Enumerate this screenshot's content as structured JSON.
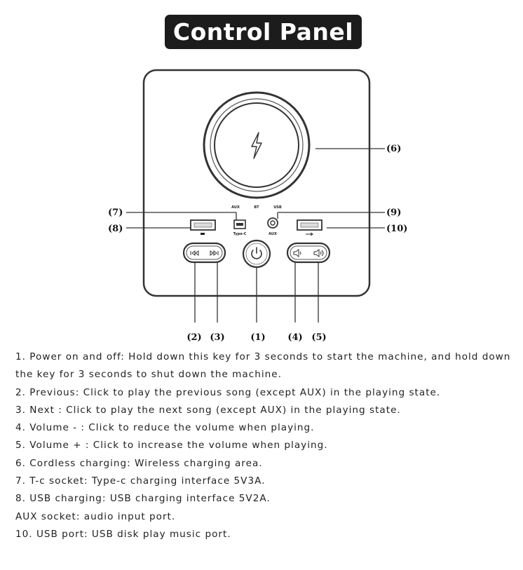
{
  "title": "Control Panel",
  "diagram": {
    "panel_labels": {
      "aux": "AUX",
      "bt": "BT",
      "usb": "USB",
      "type_c": "Type-C",
      "aux_jack": "AUX"
    },
    "callouts": {
      "c1": "(1)",
      "c2": "(2)",
      "c3": "(3)",
      "c4": "(4)",
      "c5": "(5)",
      "c6": "(6)",
      "c7": "(7)",
      "c8": "(8)",
      "c9": "(9)",
      "c10": "(10)"
    }
  },
  "descriptions": [
    "1. Power on and off: Hold down this key for 3 seconds to start the machine, and hold down the key for 3 seconds to shut down the machine.",
    "2. Previous: Click to play the previous song (except AUX) in the playing state.",
    "3. Next : Click to play the next song (except AUX) in the playing state.",
    "4. Volume - : Click to reduce the volume when playing.",
    "5. Volume + : Click to increase the volume when playing.",
    "6. Cordless charging: Wireless charging area.",
    "7. T-c socket: Type-c charging interface 5V3A.",
    "8. USB charging: USB charging interface 5V2A.",
    "AUX socket: audio input port.",
    "10. USB port: USB disk play music port."
  ]
}
